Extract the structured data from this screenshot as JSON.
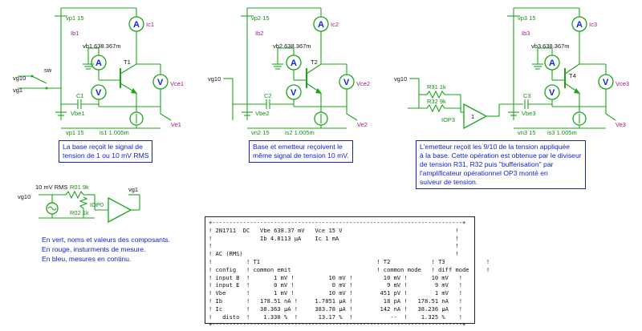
{
  "circuit1": {
    "vp": "vp1 15",
    "ib": "Ib1",
    "vb": "vb1 638.367m",
    "ic": "Ic1",
    "vg10": "vg10",
    "sw": "sw",
    "vg1": "vg1",
    "c": "C1",
    "t": "T1",
    "vce": "Vce1",
    "vbe": "Vbe1",
    "vn": "vp1 15",
    "is": "is1 1.005m",
    "ve": "Ve1",
    "note": [
      "La base reçoit le signal de",
      "tension de 1 ou 10 mV RMS"
    ]
  },
  "circuit2": {
    "vp": "vp2 15",
    "ib": "Ib2",
    "vb": "vb2 638.367m",
    "ic": "Ic2",
    "vg10": "vg10",
    "c": "C2",
    "t": "T2",
    "vce": "Vce2",
    "vbe": "Vbe2",
    "vn": "vn2 15",
    "is": "is2 1.005m",
    "ve": "Ve2",
    "note": [
      "Base et emetteur reçoivent le",
      "même signal de tension 10 mV."
    ]
  },
  "circuit3": {
    "vp": "vp3 15",
    "ib": "Ib3",
    "vb": "vb3 638.367m",
    "ic": "Ic3",
    "vg10": "vg10",
    "r1": "R31 1k",
    "r2": "R32 9k",
    "op": "IOP3",
    "op_sym": "1",
    "c": "C3",
    "t": "T4",
    "vce": "Vce3",
    "vbe": "Vbe3",
    "vn": "vn3 15",
    "is": "is3 1.005m",
    "ve": "Ve3",
    "note": [
      "L'emetteur reçoit les 9/10 de la tension appliquée",
      "à la base. Cette opération est obtenue par le diviseur",
      "de tension R31, R32 puis \"bufferisation\" par",
      "l'amplificateur opérationnel OP3 monté en",
      "suiveur de tension."
    ]
  },
  "generator": {
    "rms": "10 mV RMS",
    "vg10": "vg10",
    "r1": "R01 9k",
    "r2": "R02 1k",
    "op": "IOP0",
    "vg1": "vg1"
  },
  "legend": [
    "En vert, noms et valeurs des composants.",
    "En rouge, insturments de mesure.",
    "En bleu, mesures en continu."
  ],
  "results": {
    "lines": [
      "+-------------------------------------------------------------------------+",
      "! 2N1711  DC   Vbe 638.37 mV   Vce 15 V                                 !",
      "!              Ib 4.8113 µA    Ic 1 mA                                  !",
      "!                                                                       !",
      "! AC (RMS)                                                              !",
      "!          ! T1                                  ! T2            ! T3            !",
      "! config   ! common emit                         ! common mode   ! diff mode     !",
      "! input B  !       1 mV !          10 mV !         10 mV !       10 mV   !",
      "! input E  !       0 mV !           0 mV !          9 mV !        9 mV   !",
      "! Vbe      !       1 mV !          10 mV !        451 pV !        1 mV   !",
      "! Ib       !   178.51 nA !     1.7851 µA !         18 pA !   178.51 nA   !",
      "! Ic       !   38.363 µA !     383.78 µA !        142 nA !   38.236 µA   !",
      "!   disto  !    1.330 %  !      13.17 %  !           --  !    1.325 %    !",
      "+-------------------------------------------------------------------------+"
    ]
  },
  "colors": {
    "wire": "#1aa51a",
    "label_green": "#118d11",
    "label_magenta": "#a0148c",
    "text_blue": "#1122cc"
  }
}
